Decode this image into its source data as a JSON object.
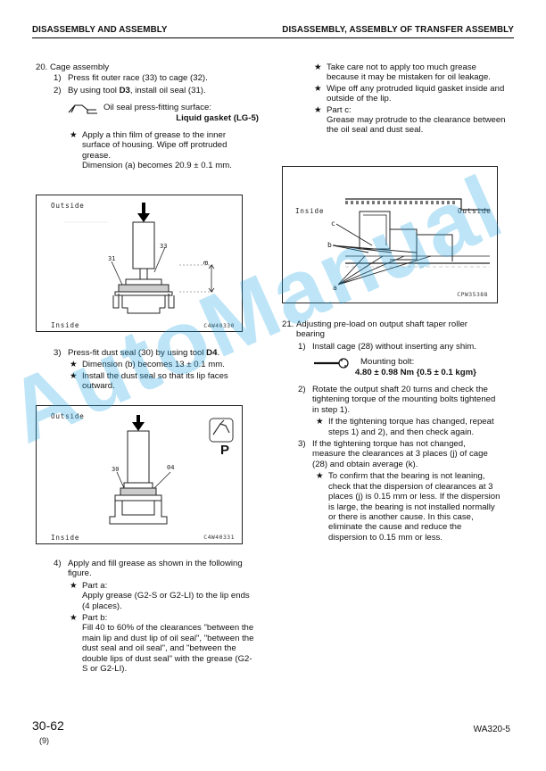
{
  "header": {
    "left": "DISASSEMBLY AND ASSEMBLY",
    "right": "DISASSEMBLY, ASSEMBLY OF TRANSFER ASSEMBLY"
  },
  "left": {
    "step20_num": "20.",
    "step20_title": "Cage assembly",
    "s20_1_num": "1)",
    "s20_1_text": "Press fit outer race (33) to cage (32).",
    "s20_2_num": "2)",
    "s20_2_pre": "By using tool ",
    "s20_2_tool": "D3",
    "s20_2_post": ", install oil seal (31).",
    "gasket_label": "Oil seal press-fitting surface:",
    "gasket_value": "Liquid gasket (LG-5)",
    "star_sym": "★",
    "note_grease": "Apply a thin film of grease to the inner surface of housing. Wipe off protruded grease.",
    "note_dim_a": "Dimension (a) becomes 20.9 ± 0.1 mm.",
    "fig1": {
      "outside": "Outside",
      "inside": "Inside",
      "c31": "31",
      "c33": "33",
      "ca": "a",
      "code": "C4W40330"
    },
    "s3_num": "3)",
    "s3_pre": "Press-fit dust seal (30) by using tool ",
    "s3_tool": "D4",
    "s3_post": ".",
    "s3_note1": "Dimension (b) becomes 13 ± 0.1 mm.",
    "s3_note2": "Install the dust seal so that its lip faces outward.",
    "fig2": {
      "outside": "Outside",
      "inside": "Inside",
      "c30": "30",
      "c04": "04",
      "p": "P",
      "code": "C4W40331"
    },
    "s4_num": "4)",
    "s4_text": "Apply and fill grease as shown in the following figure.",
    "part_a": "Part a:",
    "part_a_text": "Apply grease (G2-S or G2-LI) to the lip ends (4 places).",
    "part_b": "Part b:",
    "part_b_text": "Fill 40 to 60% of the clearances \"between the main lip and dust lip of oil seal\", \"between the dust seal and oil seal\", and \"between the double lips of dust seal\" with the grease (G2-S or G2-LI)."
  },
  "right": {
    "n1": "Take care not to apply too much grease because it may be mistaken for oil leakage.",
    "n2": "Wipe off any protruded liquid gasket inside and outside of the lip.",
    "part_c": "Part c:",
    "part_c_text": "Grease may protrude to the clearance between the oil seal and dust seal.",
    "fig3": {
      "inside": "Inside",
      "outside": "Outside",
      "cc": "c",
      "cb": "b",
      "ca": "a",
      "code": "CPW35388"
    },
    "step21_num": "21.",
    "step21_title": "Adjusting pre-load on output shaft taper roller bearing",
    "s1_num": "1)",
    "s1_text": "Install cage (28) without inserting any shim.",
    "bolt_label": "Mounting bolt:",
    "bolt_value": "4.80 ± 0.98 Nm {0.5 ± 0.1 kgm}",
    "s2_num": "2)",
    "s2_text": "Rotate the output shaft 20 turns and check the tightening torque of the mounting bolts tightened in step 1).",
    "s2_note": "If the tightening torque has changed, repeat steps 1) and 2), and then check again.",
    "s3_num": "3)",
    "s3_text": "If the tightening torque has not changed, measure the clearances at 3 places (j) of cage (28) and obtain average (k).",
    "s3_note": "To confirm that the bearing is not leaning, check that the dispersion of clearances at 3 places (j) is 0.15 mm or less. If the dispersion is large, the bearing is not installed normally or there is another cause.  In this case, eliminate the cause and reduce the dispersion to 0.15 mm or less."
  },
  "footer": {
    "page": "30-62",
    "sub": "(9)",
    "model": "WA320-5"
  },
  "watermark": "AutoManual"
}
